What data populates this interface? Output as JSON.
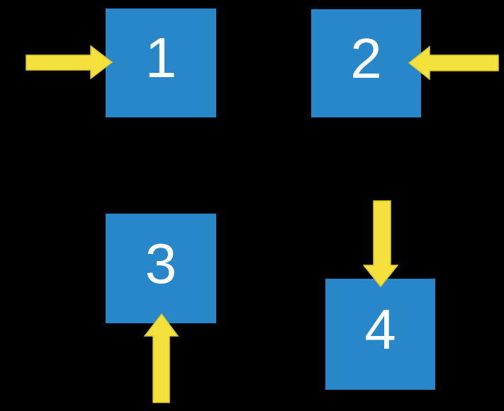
{
  "diagram": {
    "description": "Four numbered blue squares, each with a yellow arrow pointing into it",
    "boxes": [
      {
        "label": "1",
        "arrow": "from-left"
      },
      {
        "label": "2",
        "arrow": "from-right"
      },
      {
        "label": "3",
        "arrow": "from-below"
      },
      {
        "label": "4",
        "arrow": "from-above"
      }
    ]
  },
  "colors": {
    "background": "#000000",
    "box": "#2787C8",
    "label": "#FFFFFF",
    "arrow": "#F5E13B",
    "arrow_outline": "#DCC62F"
  }
}
